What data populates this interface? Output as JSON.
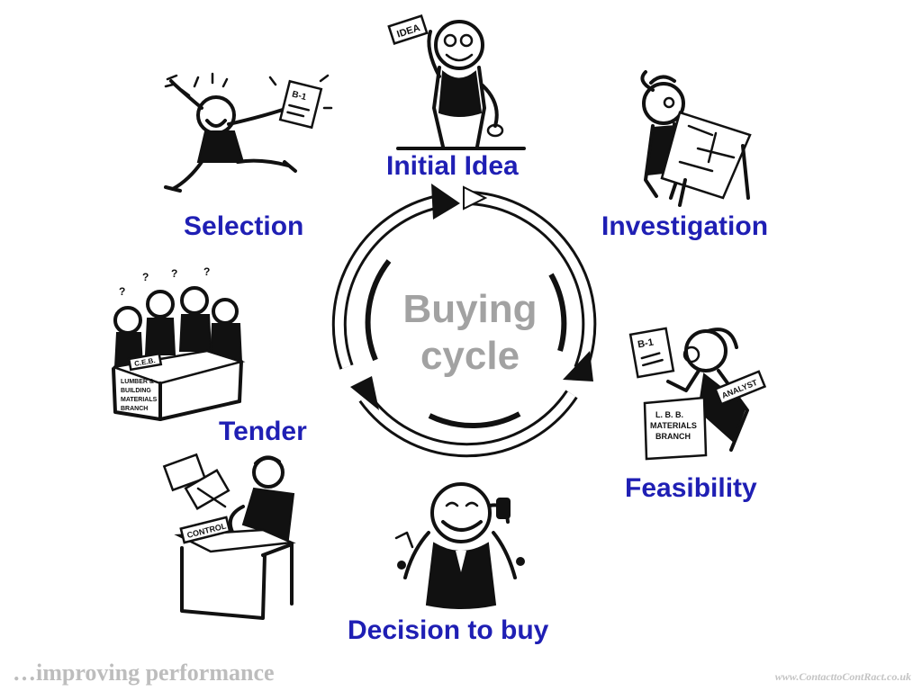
{
  "diagram": {
    "center_title_lines": [
      "Buying",
      "cycle"
    ],
    "center_title_color": "#a2a2a2",
    "stage_label_color": "#1f1fb4",
    "stages": [
      {
        "label": "Initial Idea",
        "icon": "man-with-idea-icon"
      },
      {
        "label": "Investigation",
        "icon": "man-at-drafting-table-icon"
      },
      {
        "label": "Feasibility",
        "icon": "analyst-at-desk-icon"
      },
      {
        "label": "Decision to buy",
        "icon": "excited-man-on-phone-icon"
      },
      {
        "label": "Tender",
        "icon": "man-at-control-desk-icon"
      },
      {
        "label": "Selection",
        "icon": "jumping-man-with-document-icon"
      }
    ],
    "signs": {
      "idea": "IDEA",
      "bid": "B-1",
      "analyst": "ANALYST",
      "lbb_desk": [
        "L. B. B.",
        "MATERIALS",
        "BRANCH"
      ],
      "lumber_desk": [
        "LUMBER &",
        "BUILDING",
        "MATERIALS",
        "BRANCH"
      ],
      "control": "CONTROL",
      "ceb": "C.E.B."
    }
  },
  "footer": {
    "tagline": "…improving performance",
    "website": "www.ContacttoContRact.co.uk"
  }
}
